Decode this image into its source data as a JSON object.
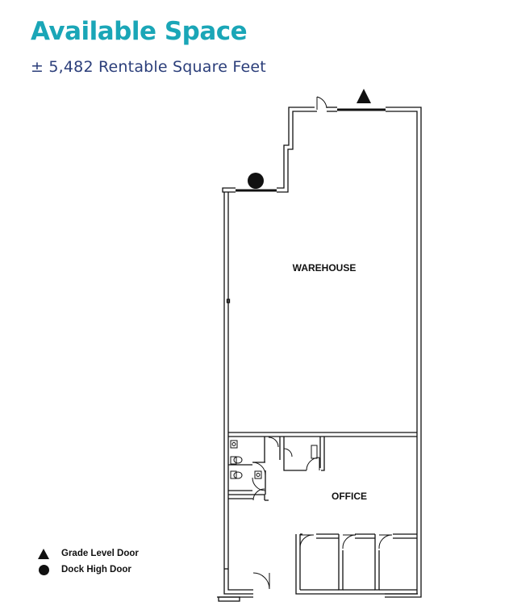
{
  "header": {
    "title": "Available Space",
    "subtitle": "± 5,482 Rentable Square Feet"
  },
  "plan": {
    "rooms": {
      "warehouse": "WAREHOUSE",
      "office": "OFFICE"
    },
    "line_color": "#111111",
    "accent_color": "#1aa6b7",
    "subtitle_color": "#2b3e7a"
  },
  "legend": {
    "items": [
      {
        "symbol": "triangle-icon",
        "label": "Grade Level Door"
      },
      {
        "symbol": "circle-icon",
        "label": "Dock High Door"
      }
    ]
  }
}
